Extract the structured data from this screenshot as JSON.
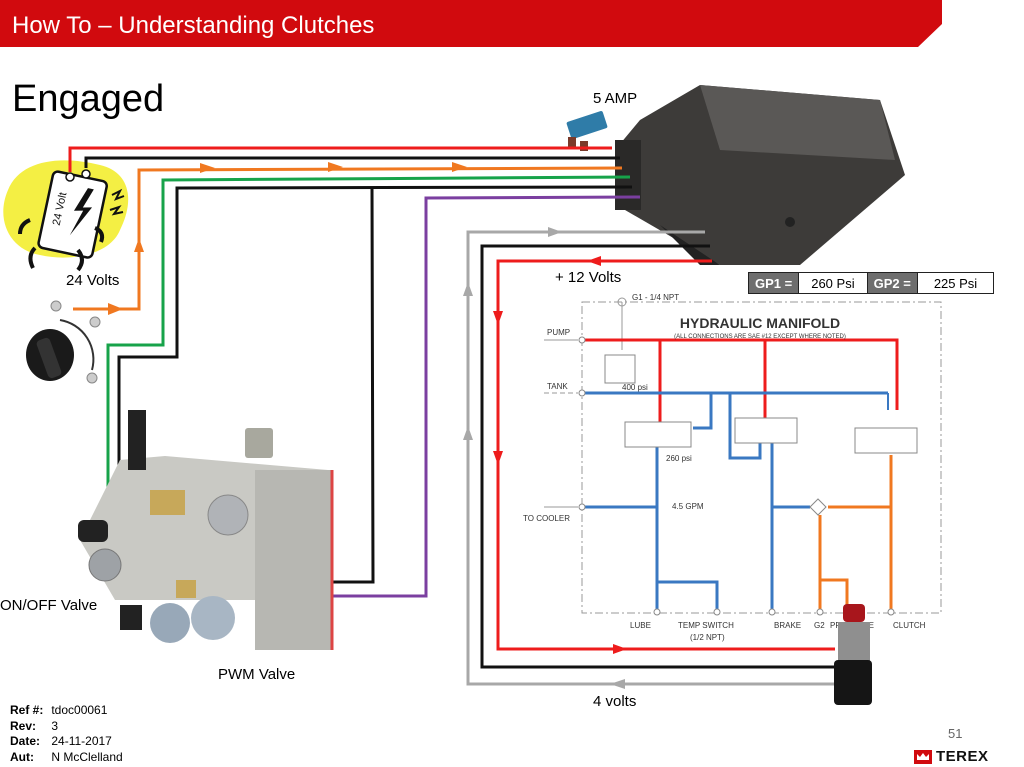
{
  "header": {
    "title": "How To – Understanding Clutches",
    "color": "#d10a0e"
  },
  "slide": {
    "title": "Engaged"
  },
  "labels": {
    "fuse": "5 AMP",
    "battery_volts": "24 Volts",
    "battery_label": "24 Volt",
    "plus_12_volts": "+ 12 Volts",
    "four_volts": "4 volts",
    "on_off_valve": "ON/OFF Valve",
    "pwm_valve": "PWM Valve"
  },
  "gauges": [
    {
      "key": "GP1 =",
      "value": "260 Psi"
    },
    {
      "key": "GP2 =",
      "value": "225 Psi"
    }
  ],
  "manifold": {
    "title": "HYDRAULIC MANIFOLD",
    "subtitle": "(ALL CONNECTIONS ARE SAE #12 EXCEPT WHERE NOTED)",
    "g1_port": "G1 - 1/4 NPT",
    "relief": "400 psi",
    "valve_setting": "260 psi",
    "orifice": "4.5 GPM",
    "ports_left": [
      "PUMP",
      "TANK",
      "TO COOLER"
    ],
    "ports_bottom": [
      "LUBE",
      "TEMP SWITCH",
      "(1/2 NPT)",
      "BRAKE",
      "G2",
      "PRESSURE",
      "CLUTCH"
    ]
  },
  "wire_colors": {
    "power": "#ee1c1c",
    "ground": "#111111",
    "switch": "#f07820",
    "on_off": "#17a34a",
    "pwm": "#7b3fa0",
    "signal": "#a8a8a8",
    "tank": "#3a78c2"
  },
  "footer": {
    "ref_label": "Ref #:",
    "ref": "tdoc00061",
    "rev_label": "Rev:",
    "rev": "3",
    "date_label": "Date:",
    "date": "24-11-2017",
    "aut_label": "Aut:",
    "aut": "N McClelland",
    "page": "51",
    "brand": "TEREX"
  }
}
